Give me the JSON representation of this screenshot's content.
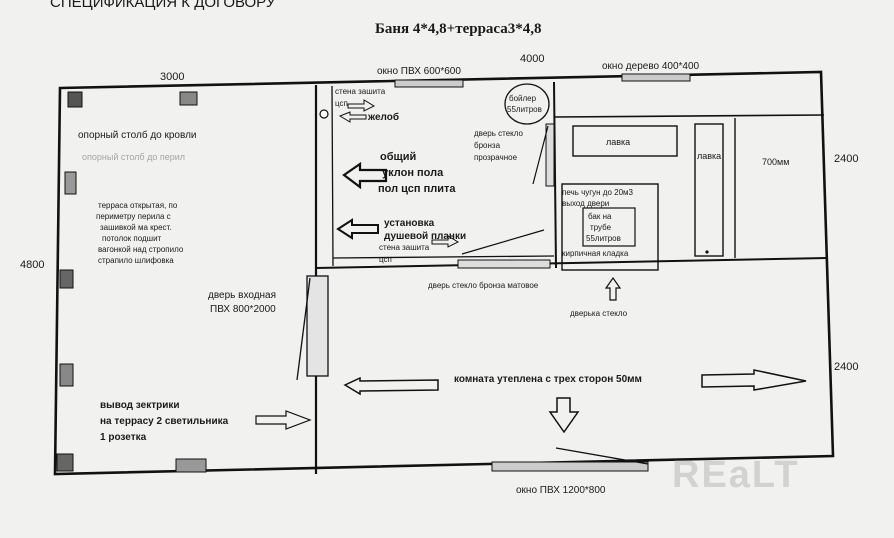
{
  "header": {
    "top_text": "СПЕЦИФИКАЦИЯ К ДОГОВОРУ",
    "title": "Баня 4*4,8+терраса3*4,8"
  },
  "dimensions": {
    "terrace_width": "3000",
    "bath_width": "4000",
    "total_height": "4800",
    "right_top": "2400",
    "right_bottom": "2400",
    "steam_room_depth": "700мм"
  },
  "windows": {
    "top_pvc": "окно ПВХ 600*600",
    "top_wood": "окно дерево 400*400",
    "bottom_pvc": "окно ПВХ 1200*800"
  },
  "terrace": {
    "pillar_roof": "опорный столб до кровли",
    "pillar_railing": "опорный столб до перил",
    "description": [
      "терраса открытая, по",
      "периметру перила с",
      "зашивкой ма крест.",
      "потолок подшит",
      "вагонкой над стропило",
      "страпило шлифовка"
    ],
    "entrance_door": [
      "дверь входная",
      "ПВХ 800*2000"
    ],
    "electrics": [
      "вывод зектрики",
      "на террасу 2 светильника",
      "1 розетка"
    ]
  },
  "washroom": {
    "wall_top": [
      "стена зашита",
      "цсп"
    ],
    "gutter": "желоб",
    "slope": [
      "общий",
      "уклон пола",
      "пол цсп плита"
    ],
    "shower": [
      "установка",
      "душевой планки"
    ],
    "wall_bottom": [
      "стена зашита",
      "цсп"
    ],
    "boiler": [
      "бойлер",
      "55литров"
    ],
    "glass_door": [
      "дверь стекло",
      "бронза",
      "прозрачное"
    ]
  },
  "steam_room": {
    "bench_top": "лавка",
    "bench_side": "лавка",
    "stove": [
      "печь чугун до 20м3",
      "выход двери"
    ],
    "tank": [
      "бак на",
      "трубе",
      "55литров"
    ],
    "brickwork": "кирпичная кладка",
    "stove_door": "дверька стекло"
  },
  "lounge": {
    "matte_door": "дверь стекло бронза матовое",
    "insulation": "комната утеплена с трех сторон 50мм"
  },
  "watermark": "REaLT"
}
